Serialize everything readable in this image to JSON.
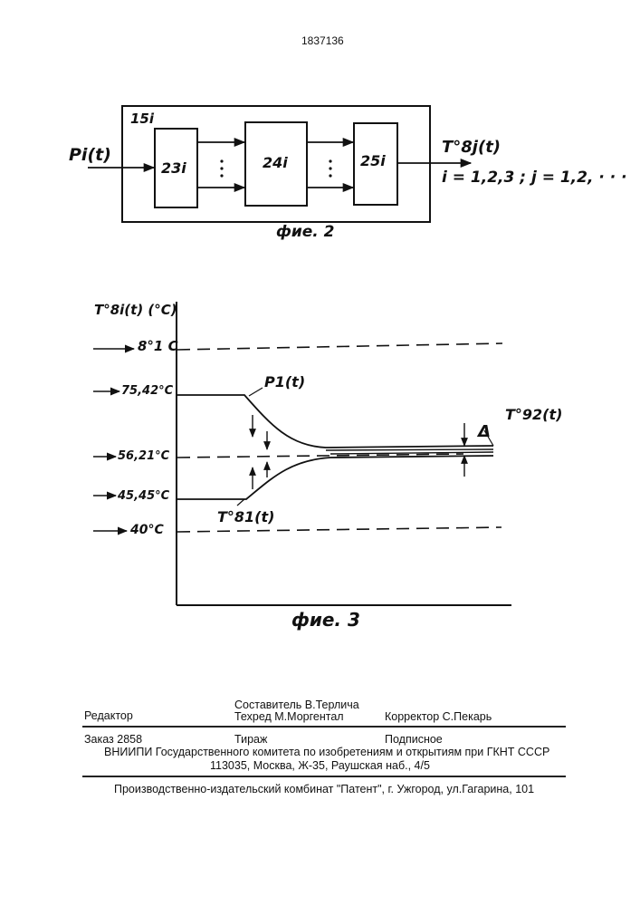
{
  "patent_number": "1837136",
  "fig2": {
    "container_label": "15i",
    "blocks": [
      "23i",
      "24i",
      "25i"
    ],
    "input_label": "Pi(t)",
    "output_label": "T°8j(t)",
    "index_text": "i = 1,2,3 ; j = 1,2, · · ·",
    "caption": "фие. 2"
  },
  "fig3": {
    "y_axis_label": "T°8i(t) (°C)",
    "levels": [
      "8°1 C",
      "75,42°C",
      "56,21°C",
      "45,45°C",
      "40°C"
    ],
    "curve_upper_label": "P1(t)",
    "curve_lower_label": "T°81(t)",
    "curve_right_label": "T°92(t)",
    "delta_label": "Δ",
    "caption": "фие. 3"
  },
  "footer": {
    "editor": "Редактор",
    "compiler": "Составитель В.Терлича",
    "techred": "Техред М.Моргентал",
    "corrector": "Корректор С.Пекарь",
    "order": "Заказ 2858",
    "circulation": "Тираж",
    "subscription": "Подписное",
    "org_line": "ВНИИПИ Государственного комитета по изобретениям и открытиям при ГКНТ СССР",
    "address_line": "113035, Москва, Ж-35, Раушская наб., 4/5",
    "publisher_line": "Производственно-издательский комбинат \"Патент\", г. Ужгород, ул.Гагарина, 101"
  }
}
